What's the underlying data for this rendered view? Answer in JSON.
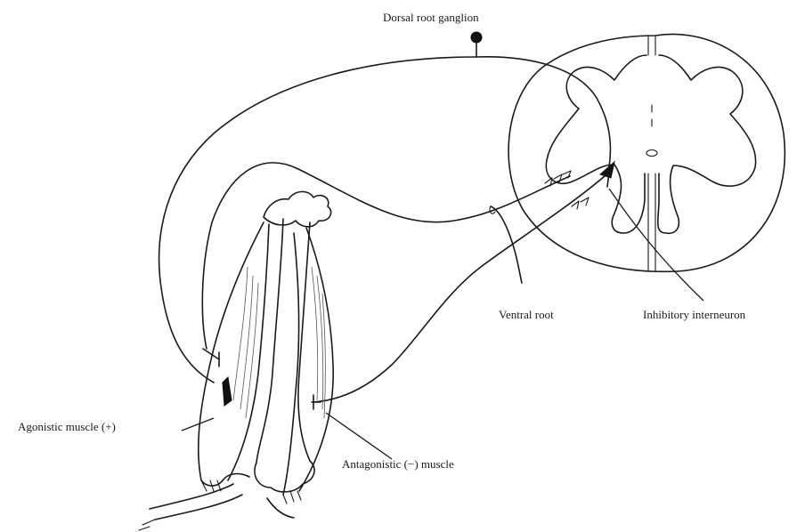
{
  "labels": {
    "dorsal_root_ganglion": "Dorsal root ganglion",
    "ventral_root": "Ventral root",
    "inhibitory_interneuron": "Inhibitory interneuron",
    "agonistic_muscle": "Agonistic muscle (+)",
    "antagonistic_muscle": "Antagonistic (−) muscle"
  }
}
